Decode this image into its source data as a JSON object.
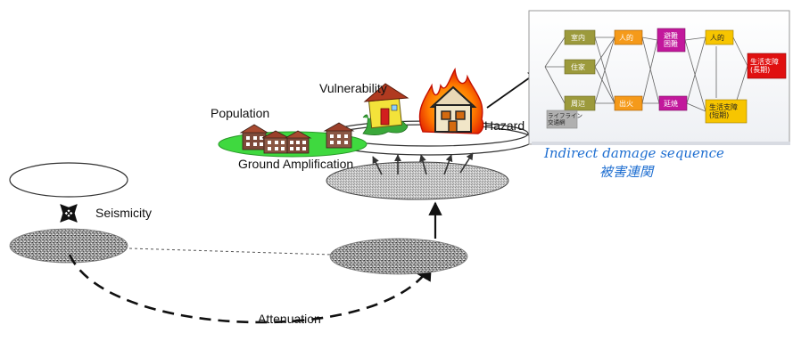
{
  "labels": {
    "vulnerability": "Vulnerability",
    "population": "Population",
    "hazard": "Hazard",
    "ground_amplification": "Ground Amplification",
    "seismicity": "Seismicity",
    "attenuation": "Attenuation"
  },
  "inset": {
    "caption_en": "Indirect damage sequence",
    "caption_ja": "被害連関",
    "nodes": {
      "shitsunai": "室内",
      "juka": "住家",
      "shuhen": "周辺",
      "lifeline": "ライフライン\n交通網",
      "jinteki1": "人的",
      "shukka": "出火",
      "hinan": "避難\n困難",
      "enshou": "延焼",
      "jinteki2": "人的",
      "seikatsu_tanki": "生活支障\n(短期)",
      "seikatsu_choki": "生活支障\n(長期)"
    }
  },
  "colors": {
    "olive_box": "#9c9a3c",
    "orange_box": "#f59a1a",
    "magenta_box": "#c2189c",
    "yellow_box": "#f7c500",
    "red_box": "#e01010",
    "gray_box": "#b0b0b0",
    "caption_blue": "#1f6fd1",
    "green_ground": "#3fd93f"
  }
}
